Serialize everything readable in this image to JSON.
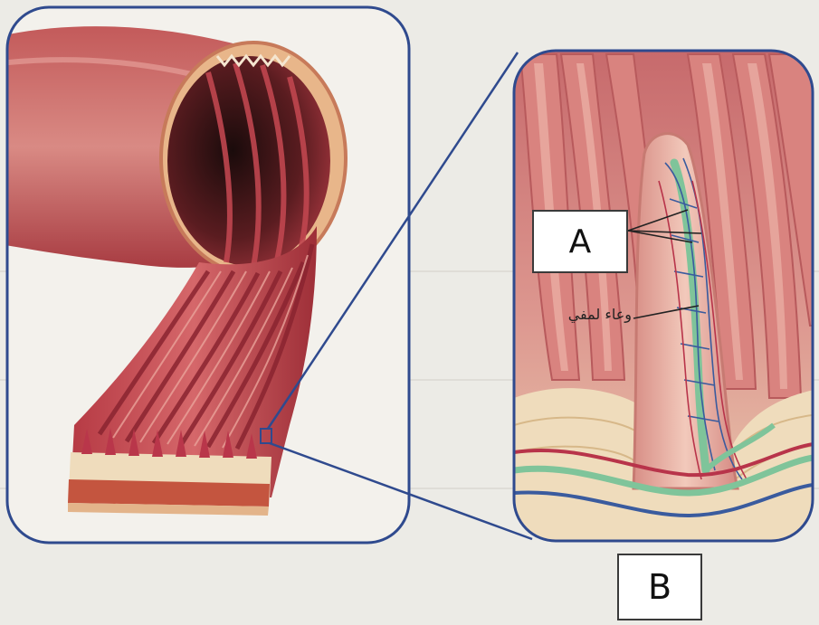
{
  "labels": {
    "a": "A",
    "b": "B",
    "lymph_vessel": "وعاء لمفي"
  },
  "colors": {
    "frame_blue": "#2f4a8e",
    "tissue_red": "#b8404a",
    "villus_pink": "#e7b3a8",
    "lacteal_green": "#7fc49a",
    "base_cream": "#efdcbc"
  }
}
